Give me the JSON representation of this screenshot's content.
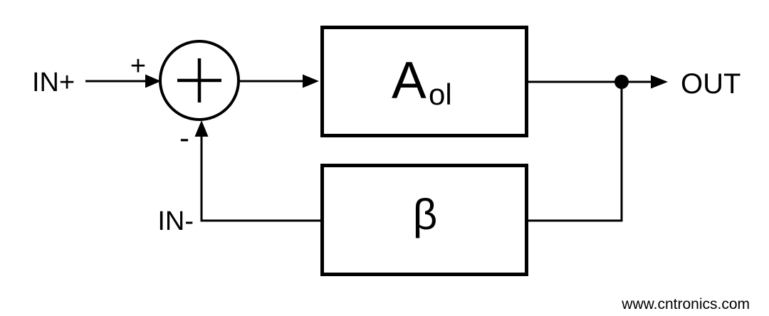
{
  "diagram": {
    "labels": {
      "input_plus": "IN+",
      "plus_sign": "+",
      "minus_sign": "-",
      "input_minus": "IN-",
      "forward_gain_main": "A",
      "forward_gain_subscript": "ol",
      "feedback_gain": "β",
      "output": "OUT"
    },
    "watermark": {
      "text": "www.cntronics.com",
      "color": "#c9e8ba"
    },
    "colors": {
      "stroke": "#000000",
      "background": "#ffffff"
    }
  }
}
